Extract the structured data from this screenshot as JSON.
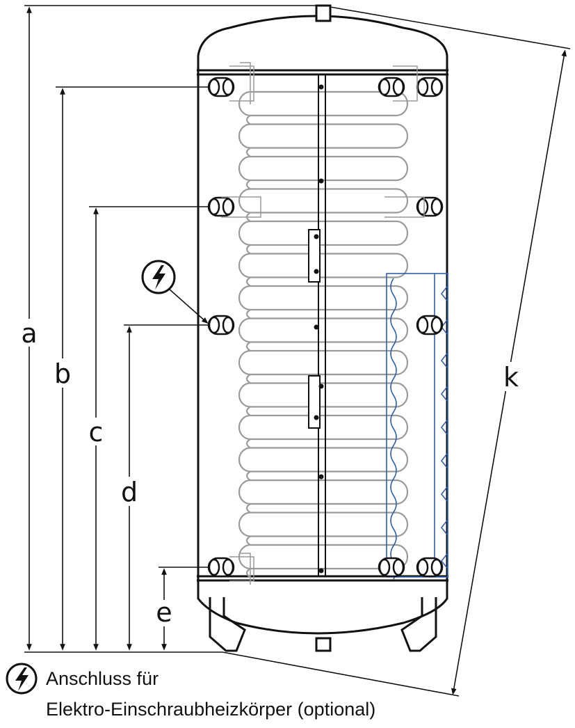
{
  "dimensions": {
    "a": "a",
    "b": "b",
    "c": "c",
    "d": "d",
    "e": "e",
    "k": "k"
  },
  "legend": {
    "line1": "Anschluss für",
    "line2": "Elektro-Einschraubheizkörper (optional)"
  },
  "icons": {
    "electric_connection": "lightning-bolt-icon"
  },
  "colors": {
    "line": "#111111",
    "coil": "#9a9a9a",
    "heater": "#2e5fb0"
  }
}
